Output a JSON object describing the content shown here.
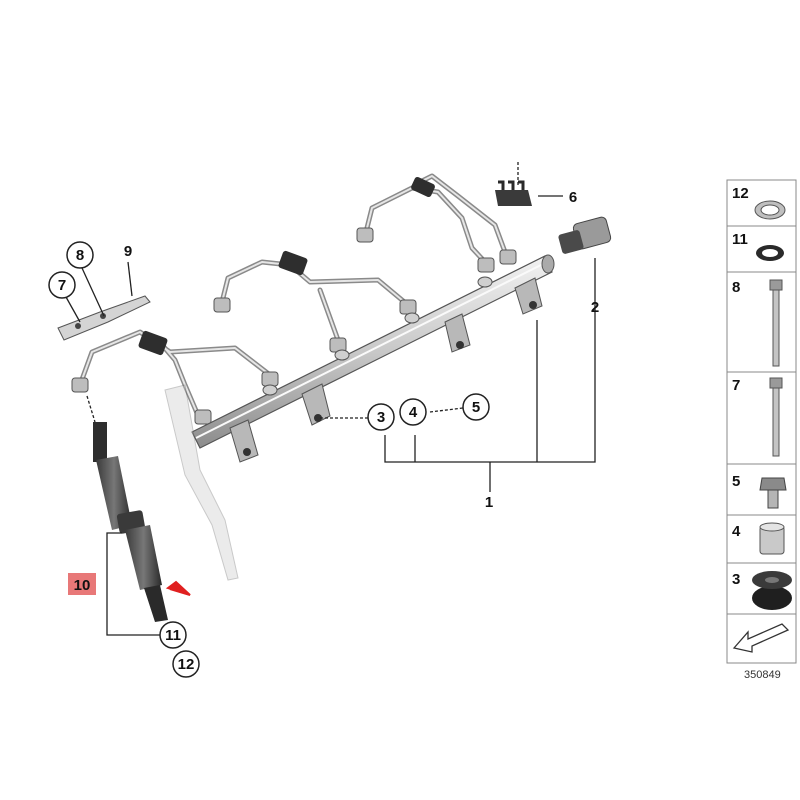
{
  "callouts": {
    "c1": "1",
    "c2": "2",
    "c3": "3",
    "c4": "4",
    "c5": "5",
    "c6": "6",
    "c7": "7",
    "c8": "8",
    "c9": "9",
    "c10": "10",
    "c11": "11",
    "c12": "12"
  },
  "legend": {
    "items": [
      "12",
      "11",
      "8",
      "7",
      "5",
      "4",
      "3"
    ]
  },
  "reference_number": "350849",
  "colors": {
    "highlight": "#e87878",
    "arrow": "#e02020",
    "line": "#222222"
  }
}
